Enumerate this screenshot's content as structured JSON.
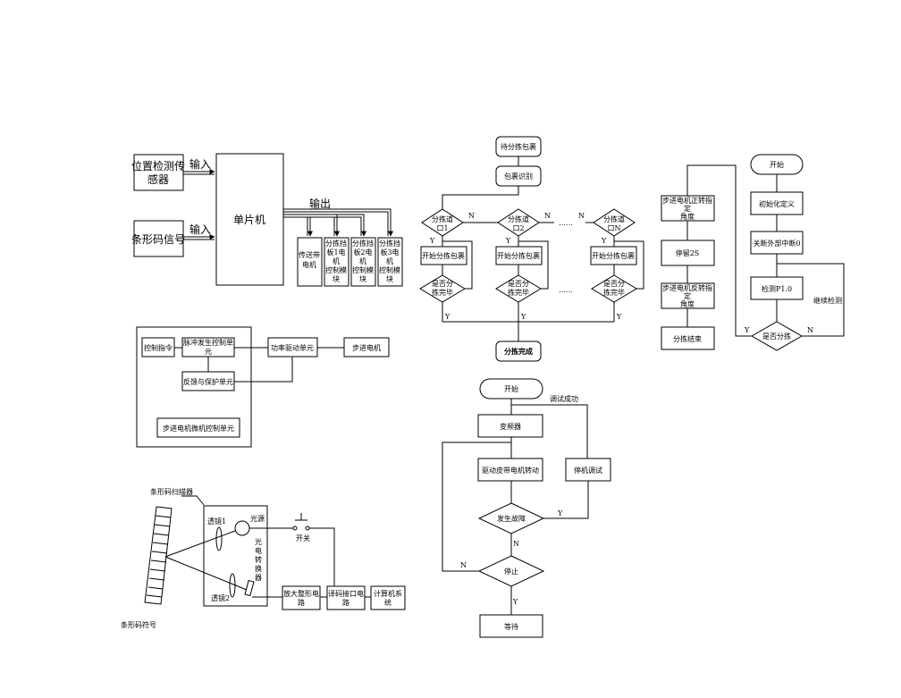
{
  "diagram1": {
    "position_sensor": [
      "位置检测传",
      "感器"
    ],
    "barcode_signal": "条形码信号",
    "input1": "输入",
    "input2": "输入",
    "mcu": "单片机",
    "output": "输出",
    "conveyor_motor": [
      "传送带",
      "电机"
    ],
    "board1": [
      "分拣挡",
      "板1电",
      "机",
      "控制模",
      "块"
    ],
    "board2": [
      "分拣挡",
      "板2电",
      "机",
      "控制模",
      "块"
    ],
    "board3": [
      "分拣挡",
      "板3电",
      "机",
      "控制模",
      "块"
    ]
  },
  "diagram2": {
    "wait_parcel": "待分拣包裹",
    "identify": "包裹识别",
    "port1": [
      "分拣道",
      "口1"
    ],
    "port2": [
      "分拣道",
      "口2"
    ],
    "portN": [
      "分拣道",
      "口N"
    ],
    "start_sort": "开始分拣包裹",
    "done_q": [
      "是否分",
      "拣完毕"
    ],
    "sort_done": "分拣完成",
    "N": "N",
    "Y": "Y",
    "ellipsis": "……"
  },
  "diagram3": {
    "forward": [
      "步进电机正转指",
      "定",
      "角度"
    ],
    "stop2s": "停留2S",
    "reverse": [
      "步进电机反转指",
      "定",
      "角度"
    ],
    "sort_end": "分拣结束",
    "start": "开始",
    "init": "初始化定义",
    "disable_int": "关断外部中断0",
    "detect": "检测P1.0",
    "continue": "继续检测",
    "sort_q": "是否分拣",
    "Y": "Y",
    "N": "N"
  },
  "diagram4": {
    "ctrl_cmd": "控制指令",
    "pulse": [
      "脉冲发生控制单",
      "元"
    ],
    "feedback": "反馈与保护单元",
    "power_drive": "功率驱动单元",
    "stepper": "步进电机",
    "micro_ctrl": "步进电机微机控制单元"
  },
  "diagram5": {
    "start": "开始",
    "debug_ok": "调试成功",
    "inverter": "变频器",
    "drive_belt": "驱动皮带电机转动",
    "stop_debug": "停机调试",
    "fault_q": "发生故障",
    "stop_q": "停止",
    "wait": "等待",
    "Y": "Y",
    "N": "N"
  },
  "diagram6": {
    "scanner_title": "条形码扫描器",
    "lens1": "透镜1",
    "light": "光源",
    "pe_conv": [
      "光",
      "电",
      "转",
      "换",
      "器"
    ],
    "lens2": "透镜2",
    "switch": "开关",
    "amp": [
      "放大整形电",
      "路"
    ],
    "decoder": [
      "译码接口电",
      "路"
    ],
    "computer": [
      "计算机系",
      "统"
    ],
    "barcode_symbol": "条形码符号"
  }
}
